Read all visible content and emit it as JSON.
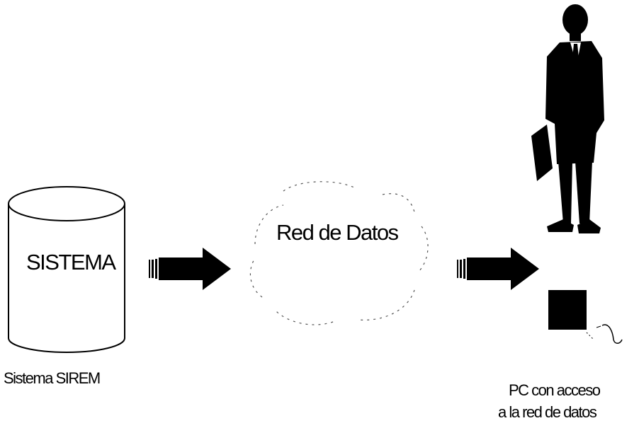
{
  "diagram": {
    "database": {
      "label": "SISTEMA",
      "caption": "Sistema SIREM"
    },
    "network": {
      "label": "Red de Datos"
    },
    "client": {
      "caption_line1": "PC con acceso",
      "caption_line2": "a la red de datos"
    }
  },
  "colors": {
    "ink": "#000000",
    "background": "#ffffff"
  },
  "icons": [
    "database-cylinder",
    "cloud",
    "arrow-right",
    "arrow-right",
    "person-with-briefcase",
    "computer"
  ]
}
